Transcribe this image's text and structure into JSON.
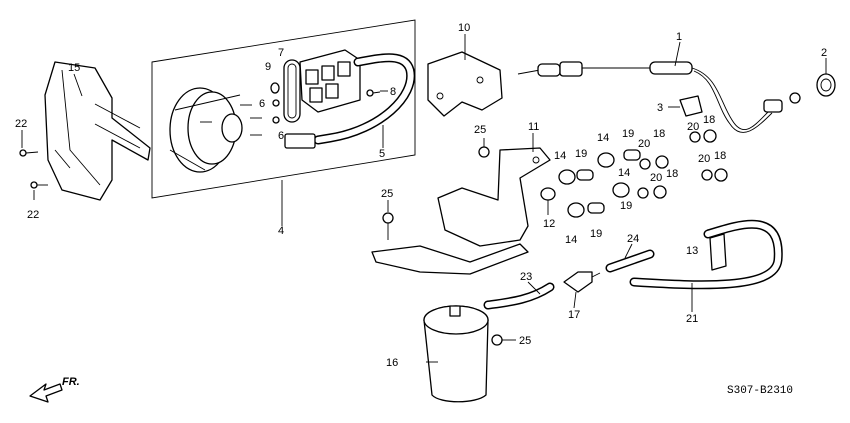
{
  "diagram": {
    "direction_label": "FR.",
    "drawing_code": "S307-B2310",
    "callouts": {
      "c1": "1",
      "c2": "2",
      "c3": "3",
      "c4": "4",
      "c5": "5",
      "c6a": "6",
      "c6b": "6",
      "c7": "7",
      "c8": "8",
      "c9": "9",
      "c10": "10",
      "c11": "11",
      "c12": "12",
      "c13": "13",
      "c14a": "14",
      "c14b": "14",
      "c14c": "14",
      "c14d": "14",
      "c15": "15",
      "c16": "16",
      "c17": "17",
      "c18a": "18",
      "c18b": "18",
      "c18c": "18",
      "c18d": "18",
      "c19a": "19",
      "c19b": "19",
      "c19c": "19",
      "c20a": "20",
      "c20b": "20",
      "c20c": "20",
      "c20d": "20",
      "c21": "21",
      "c22a": "22",
      "c22b": "22",
      "c23": "23",
      "c24": "24",
      "c25a": "25",
      "c25b": "25",
      "c25c": "25"
    }
  }
}
